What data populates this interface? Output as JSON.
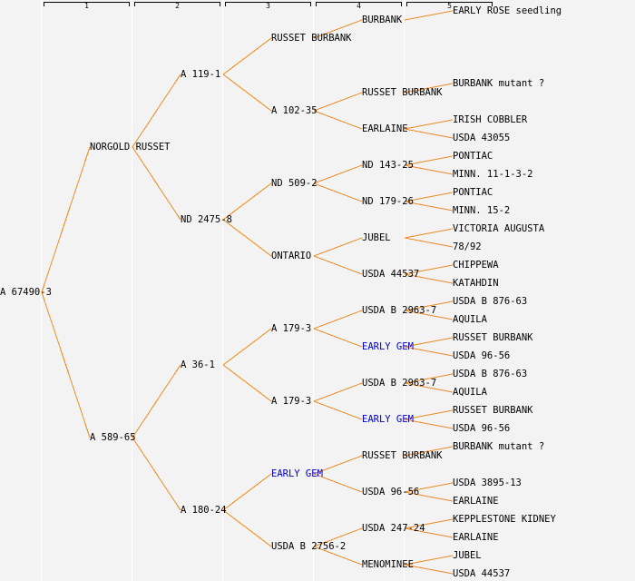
{
  "colors": {
    "background": "#f3f3f3",
    "link": "#f08a1c",
    "text": "#000000",
    "highlight": "#0000cc",
    "separator": "#ffffff"
  },
  "generations": [
    "1",
    "2",
    "3",
    "4",
    "5"
  ],
  "tree": {
    "name": "A 67490-3",
    "children": [
      {
        "name": "NORGOLD RUSSET",
        "children": [
          {
            "name": "A 119-1",
            "children": [
              {
                "name": "RUSSET BURBANK",
                "children": [
                  {
                    "name": "BURBANK",
                    "children": [
                      {
                        "name": "EARLY ROSE seedling"
                      }
                    ]
                  }
                ]
              },
              {
                "name": "A 102-35",
                "children": [
                  {
                    "name": "RUSSET BURBANK",
                    "children": [
                      {
                        "name": "BURBANK mutant ?"
                      }
                    ]
                  },
                  {
                    "name": "EARLAINE",
                    "children": [
                      {
                        "name": "IRISH COBBLER"
                      },
                      {
                        "name": "USDA 43055"
                      }
                    ]
                  }
                ]
              }
            ]
          },
          {
            "name": "ND 2475-8",
            "children": [
              {
                "name": "ND 509-2",
                "children": [
                  {
                    "name": "ND 143-25",
                    "children": [
                      {
                        "name": "PONTIAC"
                      },
                      {
                        "name": "MINN. 11-1-3-2"
                      }
                    ]
                  },
                  {
                    "name": "ND 179-26",
                    "children": [
                      {
                        "name": "PONTIAC"
                      },
                      {
                        "name": "MINN. 15-2"
                      }
                    ]
                  }
                ]
              },
              {
                "name": "ONTARIO",
                "children": [
                  {
                    "name": "JUBEL",
                    "children": [
                      {
                        "name": "VICTORIA AUGUSTA"
                      },
                      {
                        "name": "78/92"
                      }
                    ]
                  },
                  {
                    "name": "USDA 44537",
                    "children": [
                      {
                        "name": "CHIPPEWA"
                      },
                      {
                        "name": "KATAHDIN"
                      }
                    ]
                  }
                ]
              }
            ]
          }
        ]
      },
      {
        "name": "A 589-65",
        "children": [
          {
            "name": "A 36-1",
            "children": [
              {
                "name": "A 179-3",
                "children": [
                  {
                    "name": "USDA B 2963-7",
                    "children": [
                      {
                        "name": "USDA B 876-63"
                      },
                      {
                        "name": "AQUILA"
                      }
                    ]
                  },
                  {
                    "name": "EARLY GEM",
                    "highlight": true,
                    "children": [
                      {
                        "name": "RUSSET BURBANK"
                      },
                      {
                        "name": "USDA 96-56"
                      }
                    ]
                  }
                ]
              },
              {
                "name": "A 179-3",
                "children": [
                  {
                    "name": "USDA B 2963-7",
                    "children": [
                      {
                        "name": "USDA B 876-63"
                      },
                      {
                        "name": "AQUILA"
                      }
                    ]
                  },
                  {
                    "name": "EARLY GEM",
                    "highlight": true,
                    "children": [
                      {
                        "name": "RUSSET BURBANK"
                      },
                      {
                        "name": "USDA 96-56"
                      }
                    ]
                  }
                ]
              }
            ]
          },
          {
            "name": "A 180-24",
            "children": [
              {
                "name": "EARLY GEM",
                "highlight": true,
                "children": [
                  {
                    "name": "RUSSET BURBANK",
                    "children": [
                      {
                        "name": "BURBANK mutant ?"
                      }
                    ]
                  },
                  {
                    "name": "USDA 96-56",
                    "children": [
                      {
                        "name": "USDA 3895-13"
                      },
                      {
                        "name": "EARLAINE"
                      }
                    ]
                  }
                ]
              },
              {
                "name": "USDA B 2756-2",
                "children": [
                  {
                    "name": "USDA 247-24",
                    "children": [
                      {
                        "name": "KEPPLESTONE KIDNEY"
                      },
                      {
                        "name": "EARLAINE"
                      }
                    ]
                  },
                  {
                    "name": "MENOMINEE",
                    "children": [
                      {
                        "name": "JUBEL"
                      },
                      {
                        "name": "USDA 44537"
                      }
                    ]
                  }
                ]
              }
            ]
          }
        ]
      }
    ]
  }
}
